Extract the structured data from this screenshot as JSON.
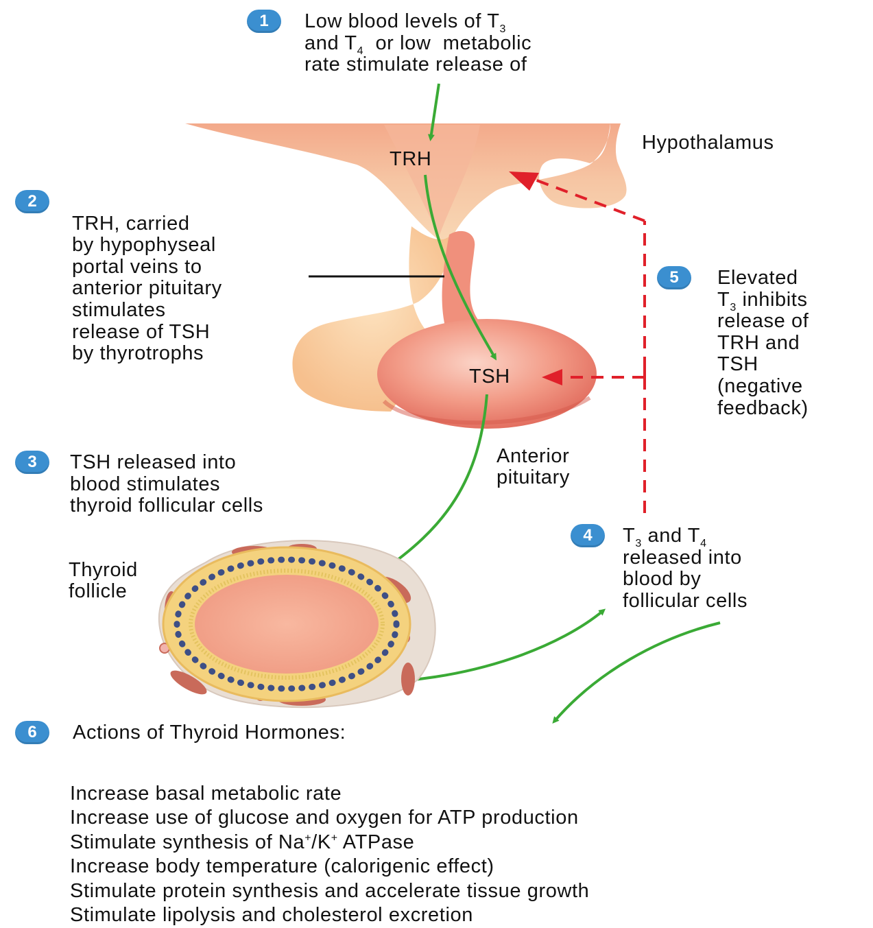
{
  "steps": {
    "s1": {
      "num": "1",
      "lines": [
        "Low blood levels of T",
        "and T",
        "rate stimulate release of"
      ],
      "line1_sub": "3",
      "line2_sub": "4",
      "line2_rest": "  or low  metabolic"
    },
    "s2": {
      "num": "2",
      "lines": [
        "TRH, carried",
        "by hypophyseal",
        "portal veins to",
        "anterior pituitary",
        "stimulates",
        "release of TSH",
        "by thyrotrophs"
      ]
    },
    "s3": {
      "num": "3",
      "lines": [
        "TSH released into",
        "blood stimulates",
        "thyroid follicular cells"
      ]
    },
    "s4": {
      "num": "4",
      "line1_a": "T",
      "line1_sub_a": "3",
      "line1_b": " and T",
      "line1_sub_b": "4",
      "lines": [
        "released into",
        "blood by",
        "follicular cells"
      ]
    },
    "s5": {
      "num": "5",
      "line1": "Elevated",
      "line2_a": "T",
      "line2_sub": "3",
      "line2_b": " inhibits",
      "lines": [
        "release of",
        "TRH and",
        "TSH",
        "(negative",
        "feedback)"
      ]
    },
    "s6": {
      "num": "6",
      "title": "Actions of Thyroid Hormones:"
    }
  },
  "labels": {
    "trh": "TRH",
    "tsh": "TSH",
    "hypothalamus": "Hypothalamus",
    "anterior_pituitary": [
      "Anterior",
      "pituitary"
    ],
    "thyroid_follicle": [
      "Thyroid",
      "follicle"
    ]
  },
  "actions": {
    "a1": "Increase basal metabolic rate",
    "a2": "Increase use of glucose and oxygen for ATP production",
    "a3_a": "Stimulate synthesis of Na",
    "a3_sup1": "+",
    "a3_b": "/K",
    "a3_sup2": "+",
    "a3_c": " ATPase",
    "a4": "Increase body temperature (calorigenic effect)",
    "a5": "Stimulate protein synthesis and accelerate tissue growth",
    "a6": "Stimulate lipolysis and cholesterol excretion"
  },
  "colors": {
    "badge": "#3b8fd0",
    "stimulate_arrow": "#3aaa35",
    "inhibit_arrow": "#e0202a",
    "hypothalamus": "#f6c49a",
    "pituitary": "#ef8b78"
  }
}
